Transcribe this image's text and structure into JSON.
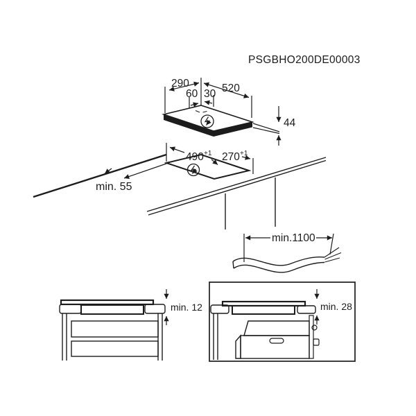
{
  "title": "PSGBHO200DE00003",
  "hob_top_view": {
    "width_mm": "290",
    "length_mm": "520",
    "cable_offset_a_mm": "60",
    "cable_offset_b_mm": "30",
    "height_mm": "44",
    "power_symbol": "lightning-bolt-in-circle"
  },
  "worktop_cutout_view": {
    "cutout_length_mm": "490",
    "cutout_length_tolerance": "+1",
    "cutout_width_mm": "270",
    "cutout_width_tolerance": "+1",
    "front_edge_clearance": "min. 55",
    "power_symbol": "lightning-bolt-in-circle"
  },
  "mains_cable": {
    "min_length": "min.1100"
  },
  "counter_section_view": {
    "min_worktop_thickness": "min. 12"
  },
  "oven_installation_view": {
    "min_clearance": "min. 28"
  }
}
